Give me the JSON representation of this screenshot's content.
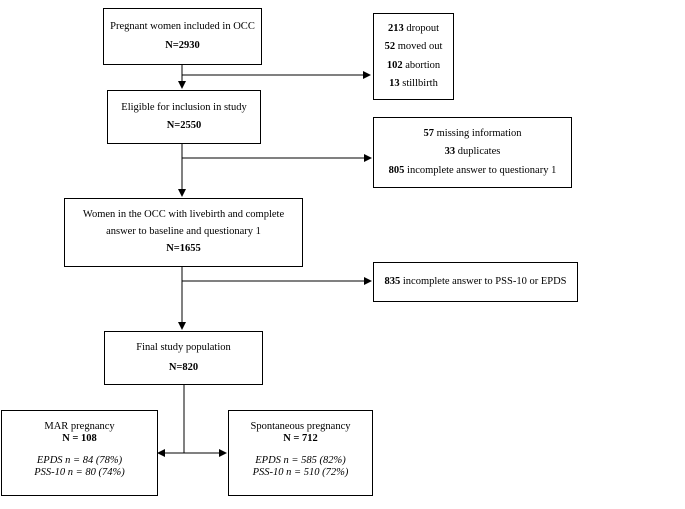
{
  "boxes": {
    "occ": {
      "title": "Pregnant women included in OCC",
      "n": "N=2930"
    },
    "excl1": [
      {
        "count": "213",
        "reason": "dropout"
      },
      {
        "count": "52",
        "reason": "moved out"
      },
      {
        "count": "102",
        "reason": "abortion"
      },
      {
        "count": "13",
        "reason": "stillbirth"
      }
    ],
    "eligible": {
      "title": "Eligible for inclusion in study",
      "n": "N=2550"
    },
    "excl2": [
      {
        "count": "57",
        "reason": "missing information"
      },
      {
        "count": "33",
        "reason": "duplicates"
      },
      {
        "count": "805",
        "reason": "incomplete answer to questionary 1"
      }
    ],
    "livebirth": {
      "line1": "Women in the OCC with livebirth and complete",
      "line2": "answer to baseline and questionary 1",
      "n": "N=1655"
    },
    "excl3": {
      "count": "835",
      "reason": "incomplete answer to PSS-10 or EPDS"
    },
    "final": {
      "title": "Final study population",
      "n": "N=820"
    },
    "mar": {
      "title": "MAR pregnancy",
      "n": "N = 108",
      "epds": "EPDS n = 84 (78%)",
      "pss": "PSS-10 n = 80 (74%)"
    },
    "spont": {
      "title": "Spontaneous pregnancy",
      "n": "N = 712",
      "epds": "EPDS n = 585 (82%)",
      "pss": "PSS-10 n = 510 (72%)"
    }
  }
}
